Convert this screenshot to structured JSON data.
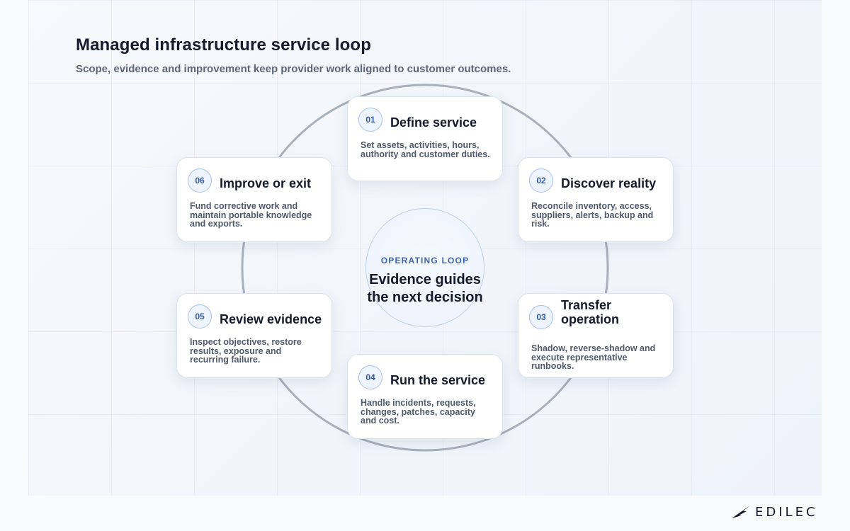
{
  "header": {
    "title": "Managed infrastructure service loop",
    "subtitle": "Scope, evidence and improvement keep provider work aligned to customer outcomes."
  },
  "center": {
    "kicker": "OPERATING LOOP",
    "text": "Evidence guides the next decision"
  },
  "steps": [
    {
      "num": "01",
      "title": "Define service",
      "desc": "Set assets, activities, hours, authority and customer duties."
    },
    {
      "num": "02",
      "title": "Discover reality",
      "desc": "Reconcile inventory, access, suppliers, alerts, backup and risk."
    },
    {
      "num": "03",
      "title": "Transfer operation",
      "desc": "Shadow, reverse-shadow and execute representative runbooks."
    },
    {
      "num": "04",
      "title": "Run the service",
      "desc": "Handle incidents, requests, changes, patches, capacity and cost."
    },
    {
      "num": "05",
      "title": "Review evidence",
      "desc": "Inspect objectives, restore results, exposure and recurring failure."
    },
    {
      "num": "06",
      "title": "Improve or exit",
      "desc": "Fund corrective work and maintain portable knowledge and exports."
    }
  ],
  "brand": {
    "name": "EDILEC",
    "icon": "wing-logo-icon"
  },
  "colors": {
    "accent": "#3c64ae",
    "ring": "#a8b0bc",
    "badge_border": "#a9c1e8"
  }
}
